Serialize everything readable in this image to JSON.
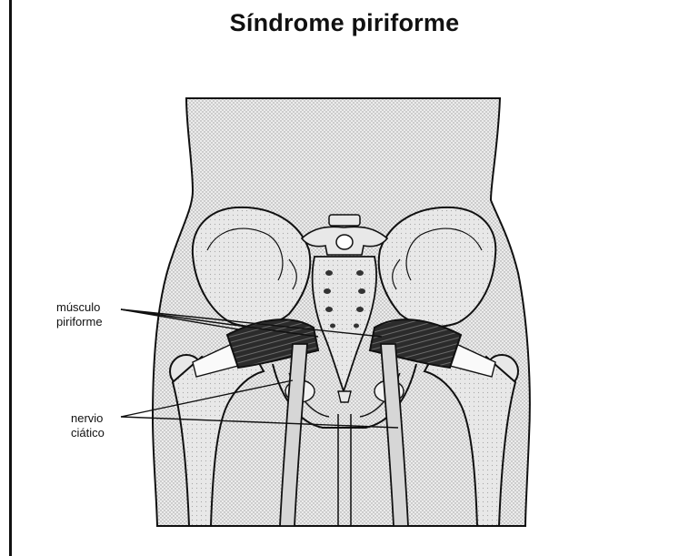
{
  "title": "Síndrome piriforme",
  "labels": {
    "piriformis_line1": "músculo",
    "piriformis_line2": "piriforme",
    "sciatic_line1": "nervio",
    "sciatic_line2": "ciático"
  },
  "colors": {
    "ink": "#111111",
    "skin_stipple": "#d9d9d9",
    "bone": "#e6e6e6",
    "muscle": "#2a2a2a",
    "nerve": "#cfcfcf"
  }
}
